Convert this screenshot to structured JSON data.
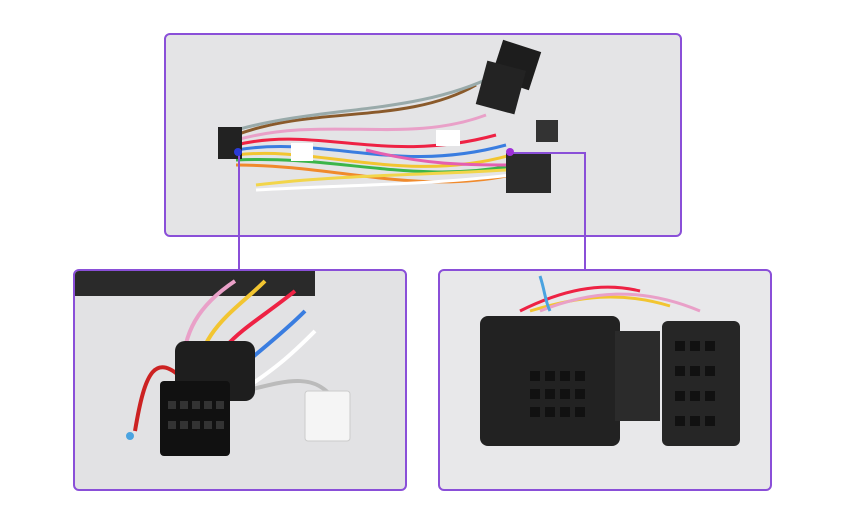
{
  "colors": {
    "frame_border": "#8a4fd8",
    "dot_left": "#2b3bd6",
    "dot_right": "#a02fd8",
    "background": "#ffffff"
  },
  "panels": {
    "top": "wiring-harness-overview",
    "bottom_left": "harness-connector-closeup",
    "bottom_right": "vehicle-plug-closeup"
  }
}
